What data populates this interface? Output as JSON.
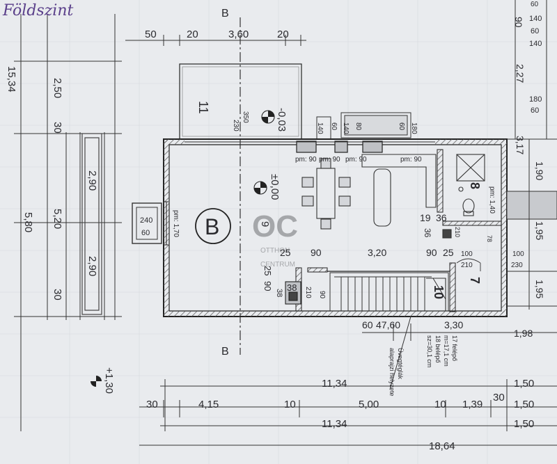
{
  "title_handwritten": "Földszint",
  "section_marks": {
    "top": "B",
    "bottom": "B"
  },
  "logo": {
    "glyph": "OC",
    "line1": "OTTHON",
    "line2": "CENTRUM"
  },
  "rooms": [
    {
      "id": "room-11",
      "number": "11"
    },
    {
      "id": "room-8",
      "number": "8"
    },
    {
      "id": "room-7",
      "number": "7"
    },
    {
      "id": "room-9",
      "number": "9"
    },
    {
      "id": "stair-10",
      "number": "10"
    },
    {
      "id": "building-b",
      "number": "B"
    }
  ],
  "elevations": {
    "terrace": "-0,03",
    "ground": "±0,00",
    "outside": "+1,30"
  },
  "top_dims": [
    "50",
    "20",
    "3,60",
    "20"
  ],
  "left_vertical_dims": [
    "15,34",
    "2,50",
    "30",
    "2,90",
    "5,20",
    "5,80",
    "2,90",
    "30"
  ],
  "right_edge_dims": [
    "60",
    "90",
    "140",
    "60",
    "140",
    "2,27",
    "180",
    "60",
    "3,17",
    "1,90",
    "1,95",
    "1,95"
  ],
  "interior_dims": [
    "25",
    "90",
    "3,20",
    "90",
    "25",
    "36",
    "19",
    "36",
    "25",
    "90",
    "38",
    "38",
    "210",
    "90",
    "100",
    "210",
    "100",
    "230",
    "78",
    "210"
  ],
  "parapet_dims": [
    "140",
    "60",
    "80",
    "140",
    "60",
    "180"
  ],
  "sill_labels": [
    "pm: 90",
    "pm: 90",
    "pm: 90",
    "pm: 90",
    "pm: 1,70",
    "pm: 1,40"
  ],
  "window_dims": [
    "350",
    "230",
    "240",
    "60"
  ],
  "bottom_dims_row1": [
    "60",
    "47,60",
    "3,30",
    "1,98"
  ],
  "bottom_dims_row2": [
    "11,34",
    "1,50"
  ],
  "bottom_dims_row3": [
    "30",
    "4,15",
    "10",
    "5,00",
    "10",
    "1,39",
    "30",
    "1,50"
  ],
  "bottom_dims_row4": [
    "11,34",
    "1,50"
  ],
  "bottom_dims_row5": [
    "18,64"
  ],
  "stair_note": [
    "17 felépő",
    "m=17,1 cm",
    "18 belépő",
    "sz=30,1 cm"
  ],
  "glass_note": [
    "Üvegtéglák",
    "alaprajzi helyzete"
  ],
  "colors": {
    "paper": "#e9ebee",
    "ink": "#2a2a2e",
    "hatch": "#6b6b70",
    "purple": "#5a3f8a"
  }
}
